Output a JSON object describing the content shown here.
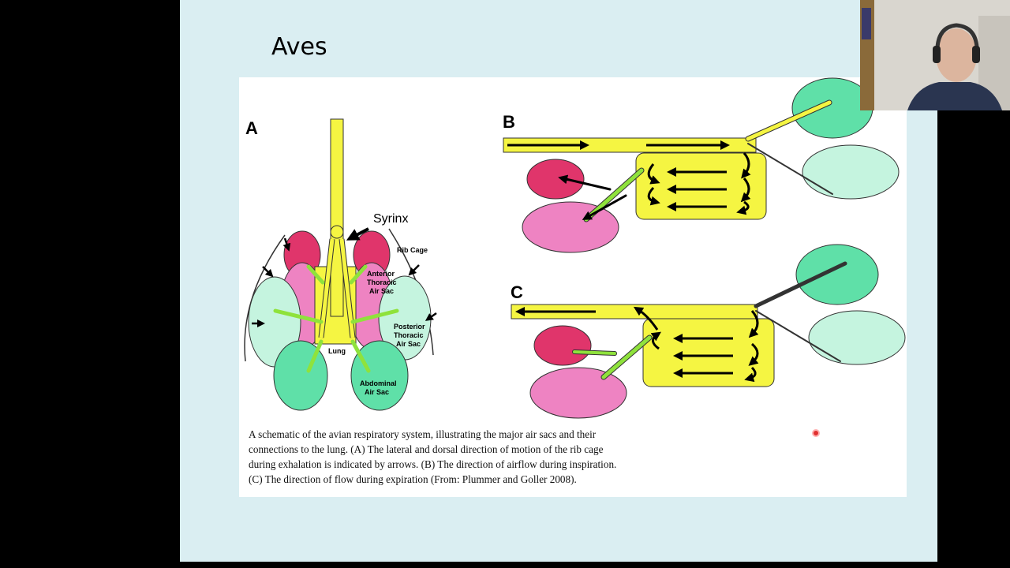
{
  "slide": {
    "title": "Aves"
  },
  "figure": {
    "panel_a": {
      "letter": "A",
      "labels": {
        "syrinx": "Syrinx",
        "rib_cage": "Rib Cage",
        "anterior_l1": "Anterior",
        "anterior_l2": "Thoracic",
        "anterior_l3": "Air Sac",
        "posterior_l1": "Posterior",
        "posterior_l2": "Thoracic",
        "posterior_l3": "Air Sac",
        "lung": "Lung",
        "abdominal_l1": "Abdominal",
        "abdominal_l2": "Air Sac"
      }
    },
    "panel_b": {
      "letter": "B"
    },
    "panel_c": {
      "letter": "C"
    },
    "caption": [
      "A schematic of the avian respiratory system, illustrating the major air sacs and their",
      "connections to the lung. (A) The lateral and dorsal direction of motion of the rib cage",
      "during exhalation is indicated by arrows. (B) The direction of airflow during inspiration.",
      "(C) The direction of flow during expiration (From: Plummer and Goller 2008)."
    ]
  },
  "colors": {
    "slide_bg": "#daeef2",
    "yellow": "#f5f542",
    "dark_pink": "#e0356b",
    "light_pink": "#ee83c2",
    "green": "#5fe0a8",
    "pale_green": "#c5f4df",
    "laser": "#e03030"
  }
}
